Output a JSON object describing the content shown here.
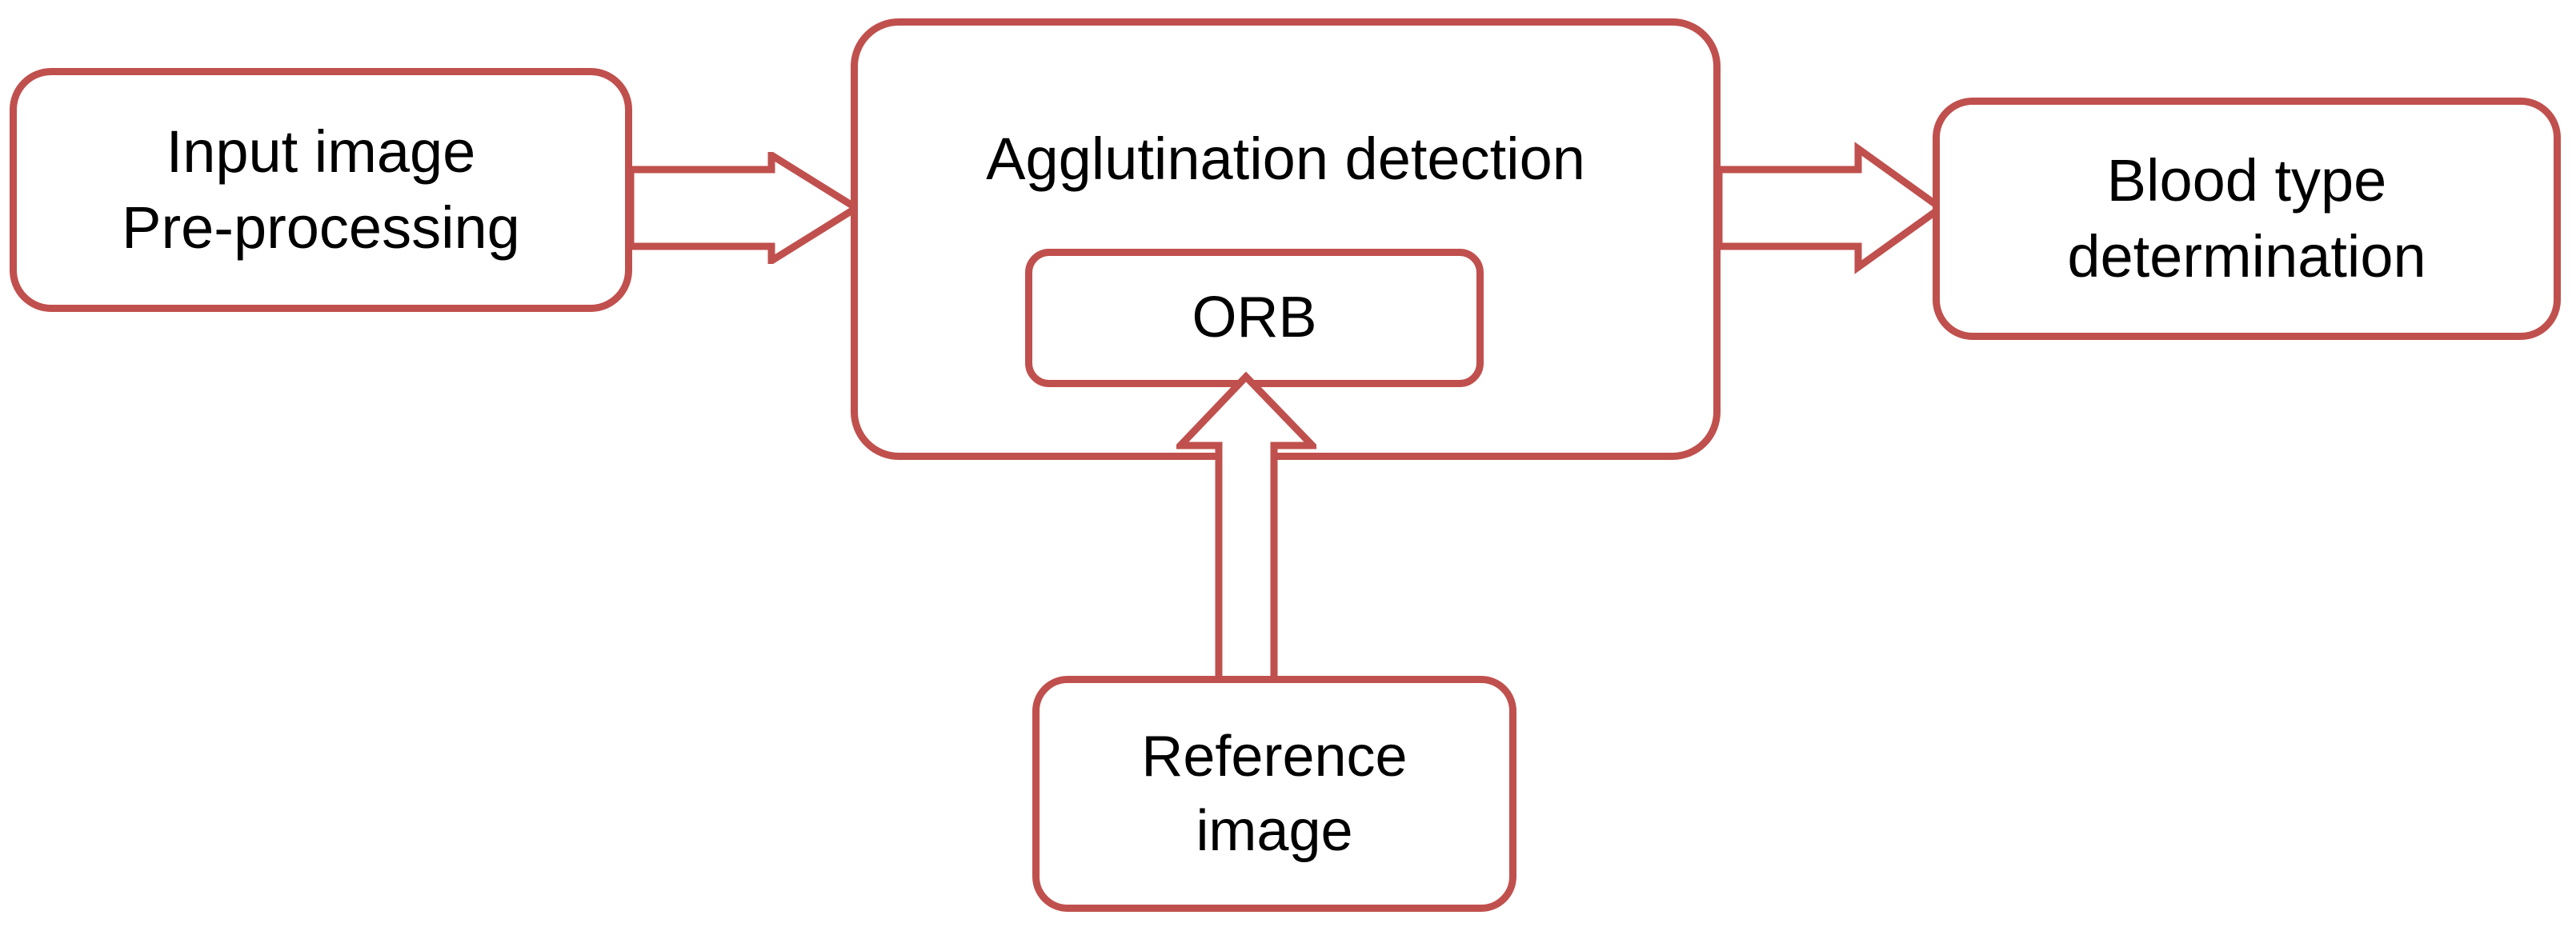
{
  "diagram": {
    "title": "Blood type determination pipeline flowchart",
    "type": "flowchart",
    "accent_color": "#c0504d",
    "background_color": "#ffffff",
    "text_color": "#000000",
    "nodes": {
      "input_image": {
        "label": "Input image\nPre-processing",
        "line1": "Input image",
        "line2": "Pre-processing"
      },
      "agglutination": {
        "label": "Agglutination detection"
      },
      "orb": {
        "label": "ORB"
      },
      "blood_type": {
        "label": "Blood type\ndetermination",
        "line1": "Blood type",
        "line2": "determination"
      },
      "reference_image": {
        "label": "Reference\nimage",
        "line1": "Reference",
        "line2": "image"
      }
    },
    "arrows": [
      {
        "name": "input-to-agglutination",
        "direction": "right",
        "from": "input_image",
        "to": "agglutination"
      },
      {
        "name": "agglutination-to-blood",
        "direction": "right",
        "from": "agglutination",
        "to": "blood_type"
      },
      {
        "name": "reference-to-orb",
        "direction": "up",
        "from": "reference_image",
        "to": "orb"
      }
    ]
  }
}
